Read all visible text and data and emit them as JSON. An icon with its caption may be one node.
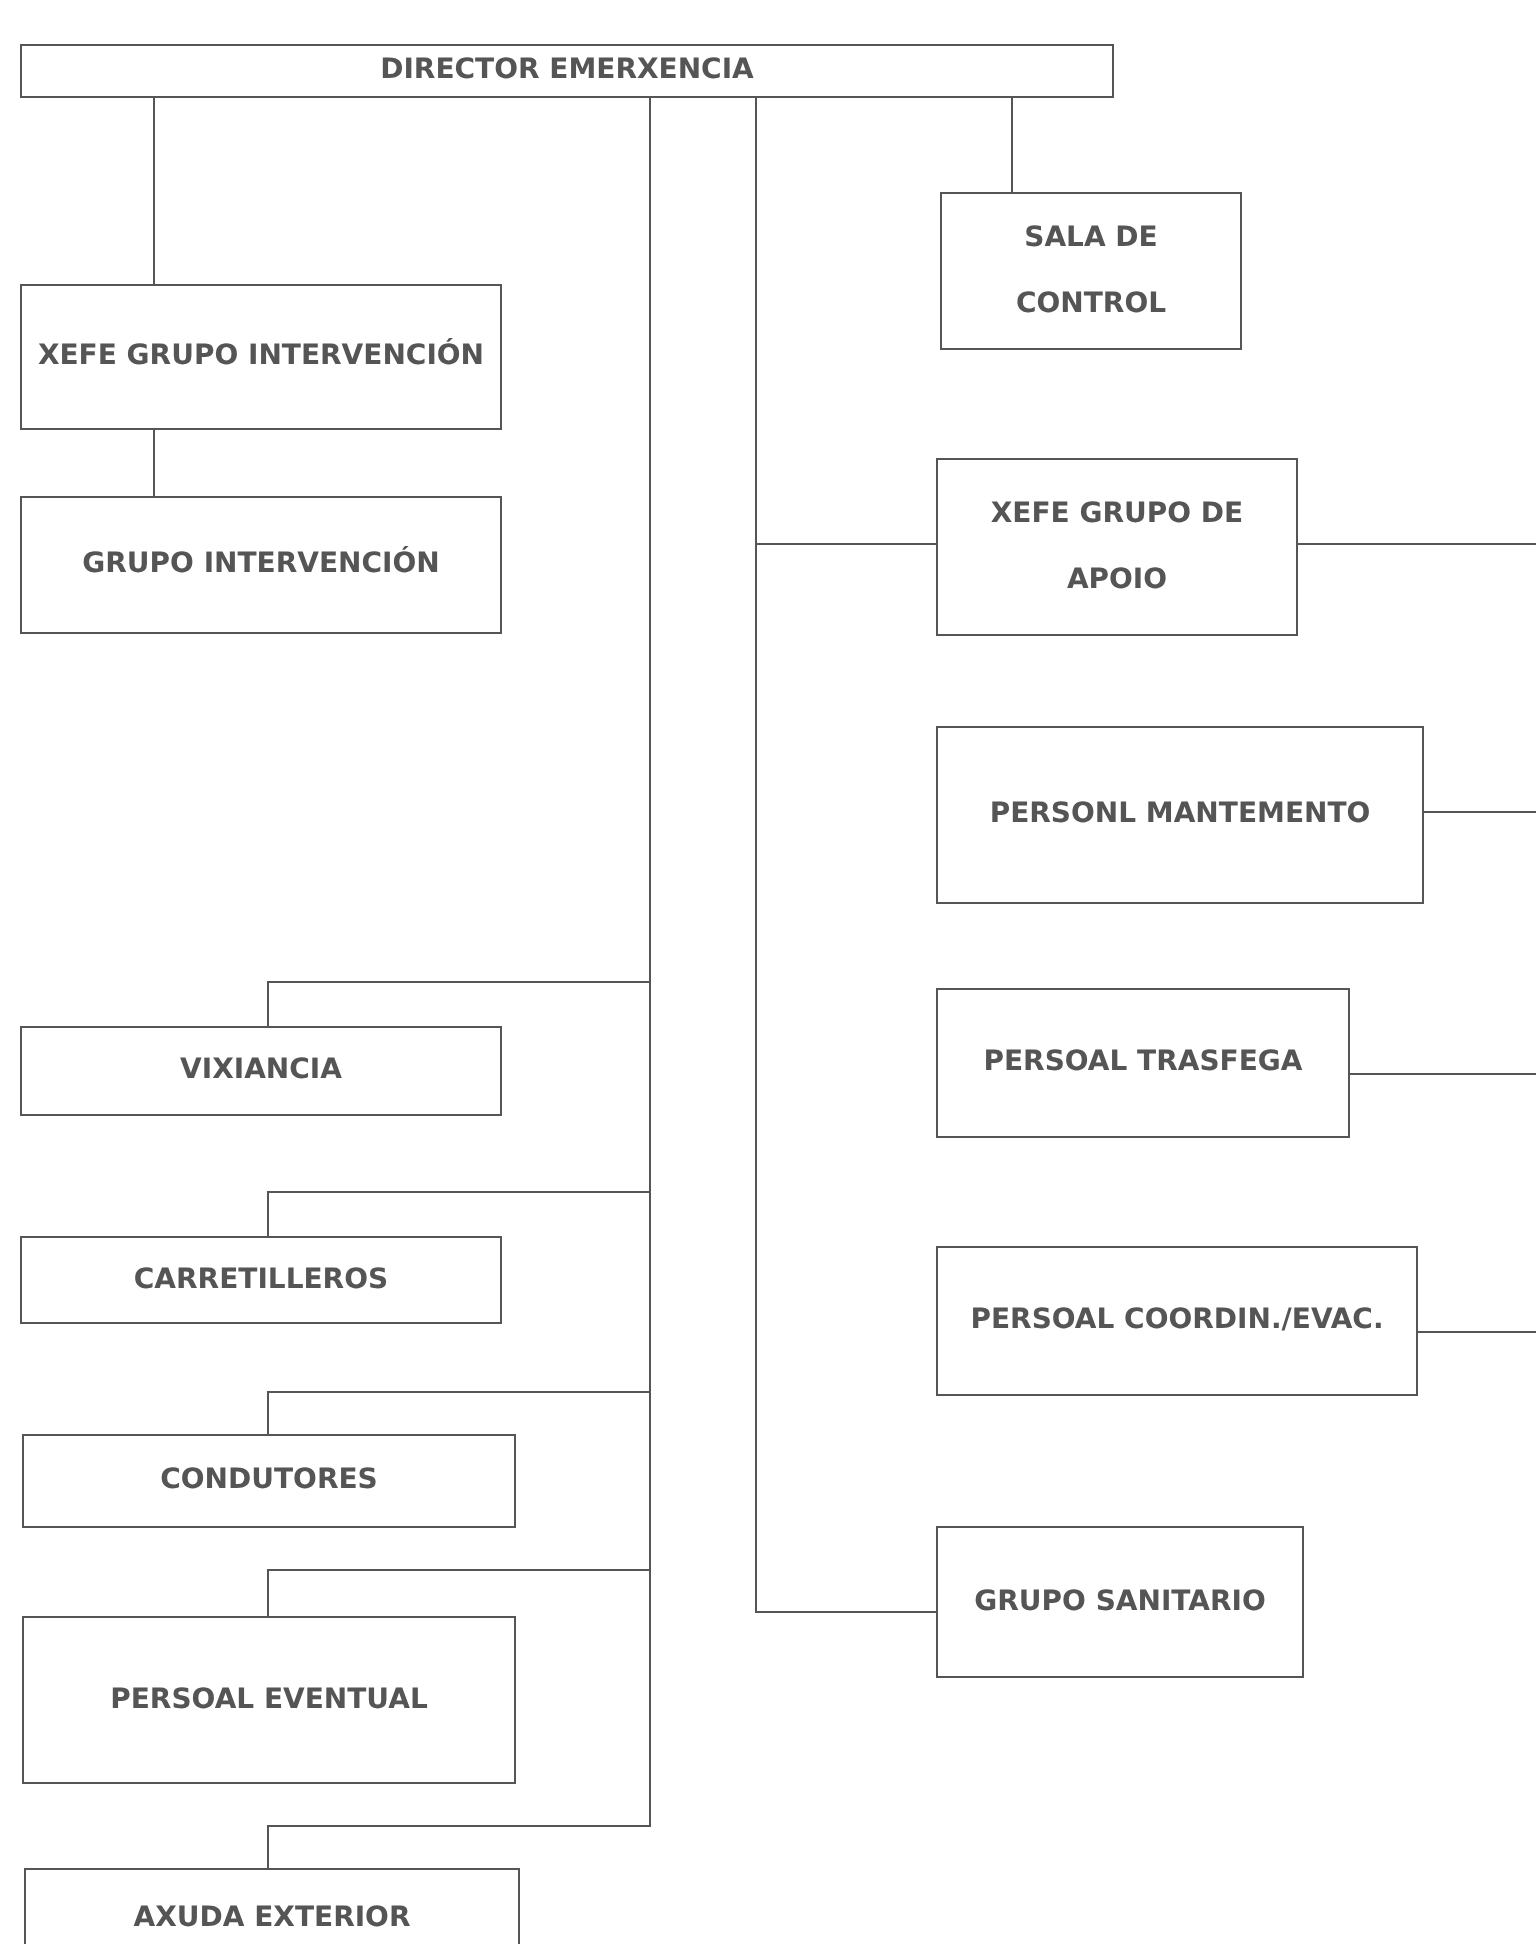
{
  "diagram": {
    "nodes": [
      {
        "text": [
          "DIRECTOR EMERXENCIA"
        ]
      },
      {
        "text": [
          "SALA DE CONTROL"
        ]
      },
      {
        "text": [
          "XEFE GRUPO INTERVENCIÓN"
        ]
      },
      {
        "text": [
          "GRUPO INTERVENCIÓN"
        ]
      },
      {
        "text": [
          "XEFE GRUPO DE APOIO"
        ]
      },
      {
        "text": [
          "PERSONL MANTEMENTO"
        ]
      },
      {
        "text": [
          "PERSOAL TRASFEGA"
        ]
      },
      {
        "text": [
          "VIXIANCIA"
        ]
      },
      {
        "text": [
          "CARRETILLEROS"
        ]
      },
      {
        "text": [
          "PERSOAL COORDIN./EVAC."
        ]
      },
      {
        "text": [
          "CONDUTORES"
        ]
      },
      {
        "text": [
          "GRUPO SANITARIO"
        ]
      },
      {
        "text": [
          "PERSOAL EVENTUAL"
        ]
      },
      {
        "text": [
          "AXUDA EXTERIOR"
        ]
      }
    ],
    "edges": [
      {
        "from": 0,
        "to": 1,
        "arrow": "none"
      },
      {
        "from": 0,
        "to": 2,
        "arrow": "none"
      },
      {
        "from": 2,
        "to": 3,
        "arrow": "none"
      },
      {
        "from": 0,
        "to": 4,
        "arrow": "none"
      },
      {
        "from": 4,
        "to": null,
        "arrow": "none"
      },
      {
        "from": 5,
        "to": null,
        "arrow": "none"
      },
      {
        "from": 6,
        "to": null,
        "arrow": "none"
      },
      {
        "from": 9,
        "to": null,
        "arrow": "none"
      },
      {
        "from": 0,
        "to": 7,
        "arrow": "none"
      },
      {
        "from": 0,
        "to": 8,
        "arrow": "none"
      },
      {
        "from": 0,
        "to": 10,
        "arrow": "none"
      },
      {
        "from": 0,
        "to": 12,
        "arrow": "none"
      },
      {
        "from": 0,
        "to": 13,
        "arrow": "none"
      },
      {
        "from": 0,
        "to": 11,
        "arrow": "none"
      }
    ]
  }
}
